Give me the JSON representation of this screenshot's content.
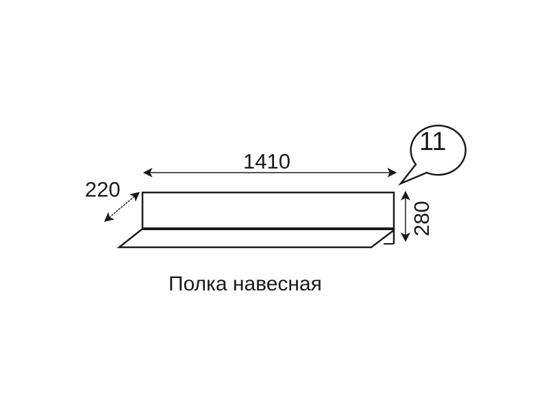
{
  "drawing": {
    "item_number": "11",
    "caption": "Полка навесная",
    "dimensions": {
      "width": "1410",
      "depth": "220",
      "height": "280"
    }
  },
  "colors": {
    "line": "#1a1a1a",
    "background": "#ffffff"
  }
}
